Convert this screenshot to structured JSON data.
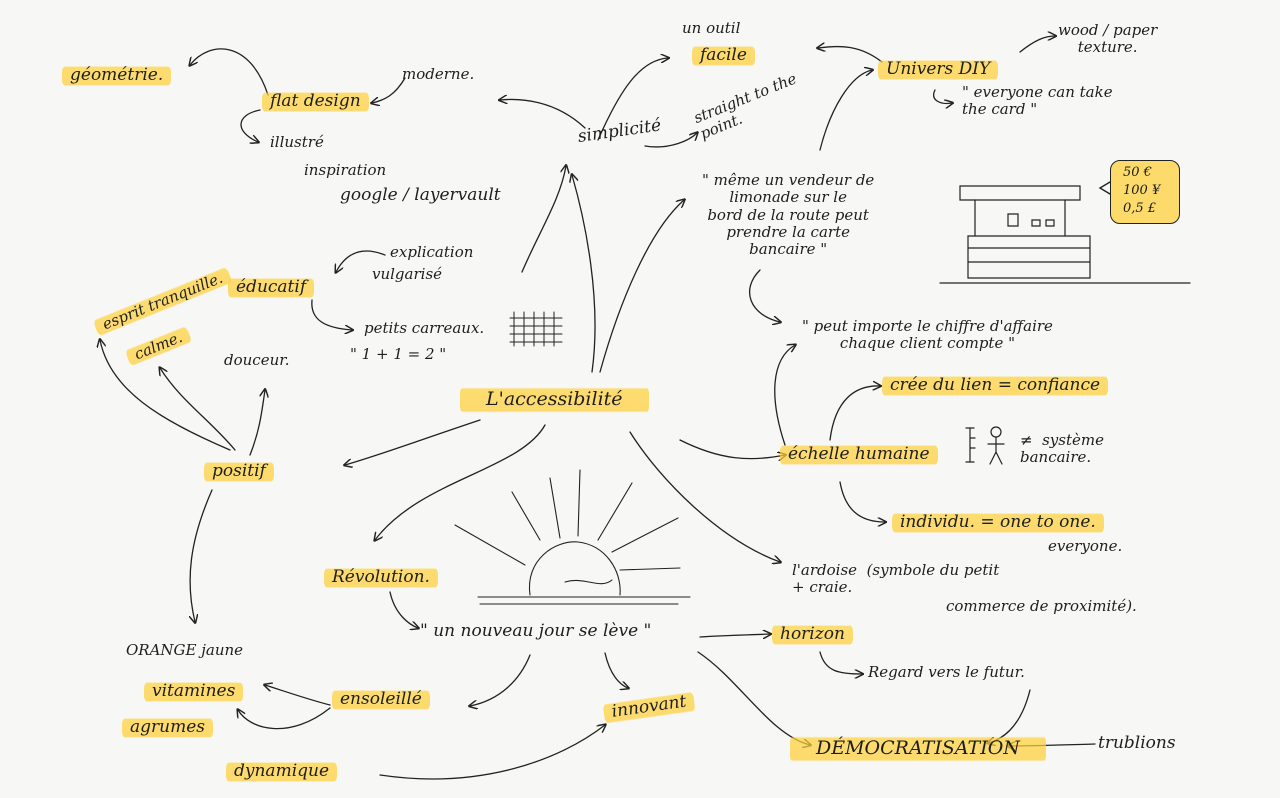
{
  "center": "L'accessibilité",
  "nodes": {
    "geometrie": "géométrie.",
    "flat_design": "flat design",
    "moderne": "moderne.",
    "illustre": "illustré",
    "inspiration": "inspiration",
    "google_layervault": "google / layervault",
    "simplicite": "simplicité",
    "outil_facile_1": "un outil",
    "outil_facile_2": "facile",
    "straight_to_point": "straight to the\npoint.",
    "univers_diy": "Univers DIY",
    "wood_paper": "wood / paper\ntexture.",
    "everyone_take_card": "\" everyone can take\nthe card \"",
    "vendeur_quote": "\" même un vendeur de\nlimonade sur le\nbord de la route peut\nprendre la carte\nbancaire \"",
    "explication": "explication",
    "vulgarise": "vulgarisé",
    "educatif": "éducatif",
    "petits_carreaux": "petits carreaux.",
    "formula": "\" 1 + 1 = 2 \"",
    "esprit_tranquille": "esprit tranquille.",
    "calme": "calme.",
    "douceur": "douceur.",
    "positif": "positif",
    "peu_importe": "\" peut importe le chiffre d'affaire\nchaque client compte \"",
    "cree_lien": "crée du lien = confiance",
    "echelle_humaine": "échelle humaine",
    "systeme_bancaire": "≠  système\nbancaire.",
    "individu": "individu. = one to one.",
    "everyone": "everyone.",
    "ardoise": "l'ardoise  (symbole du petit\n+ craie.",
    "commerce": "commerce de proximité).",
    "revolution": "Révolution.",
    "nouveau_jour": "\" un nouveau jour se lève \"",
    "horizon": "horizon",
    "regard_futur": "Regard vers le futur.",
    "orange_jaune": "ORANGE   jaune",
    "vitamines": "vitamines",
    "agrumes": "agrumes",
    "ensoleille": "ensoleillé",
    "innovant": "innovant",
    "dynamique": "dynamique",
    "democratisation": "DÉMOCRATISATION",
    "trublions": "trublions"
  },
  "price_tag": [
    "50 €",
    "100 ¥",
    "0,5 £"
  ],
  "colors": {
    "highlight": "#ffd23c",
    "ink": "#1e1e1e",
    "paper": "#f7f7f5"
  }
}
